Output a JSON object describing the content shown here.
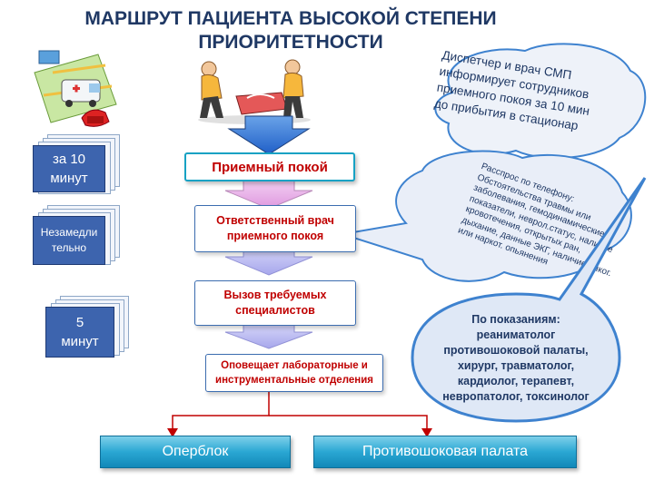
{
  "title": {
    "line1": "МАРШРУТ ПАЦИЕНТА ВЫСОКОЙ СТЕПЕНИ",
    "line2": "ПРИОРИТЕТНОСТИ"
  },
  "cloud_top": {
    "lines": [
      "Диспетчер и врач СМП",
      "информирует сотрудников",
      "приемного покоя за 10 мин",
      "до прибытия в стационар"
    ]
  },
  "cloud_mid": {
    "lines": [
      "Расспрос по телефону:",
      "Обстоятельства травмы или",
      "заболевания, гемодинамические",
      "показатели, неврол.статус, наличие",
      "кровотечения, открытых ран,",
      "дыхание, данные ЭКГ, наличие алког.",
      "или наркот. опьянения"
    ]
  },
  "cloud_bottom": {
    "lines": [
      "По показаниям:",
      "реаниматолог",
      "противошоковой палаты,",
      "хирург, травматолог,",
      "кардиолог, терапевт,",
      "невропатолог, токсинолог"
    ]
  },
  "time_labels": {
    "t1": "за 10 минут",
    "t2": "Незамедлительно",
    "t3": "5 минут"
  },
  "boxes": {
    "reception": "Приемный покой",
    "doctor": "Ответственный врач приемного покоя",
    "specialists": "Вызов требуемых специалистов",
    "labs": "Оповещает лабораторные и инструментальные отделения"
  },
  "bottom": {
    "left": "Оперблок",
    "right": "Противошоковая палата"
  },
  "colors": {
    "title": "#1f3864",
    "box_text": "#c00000",
    "arrow_blue": "#1f5fc8",
    "arrow_pink": "#e6a3e6",
    "arrow_lavender": "#b4b4f0",
    "cloud_fill": "#e9eef8",
    "cloud_blue": "#3e82cf"
  },
  "icons": [
    "ambulance-illustration",
    "paramedics-illustration"
  ]
}
